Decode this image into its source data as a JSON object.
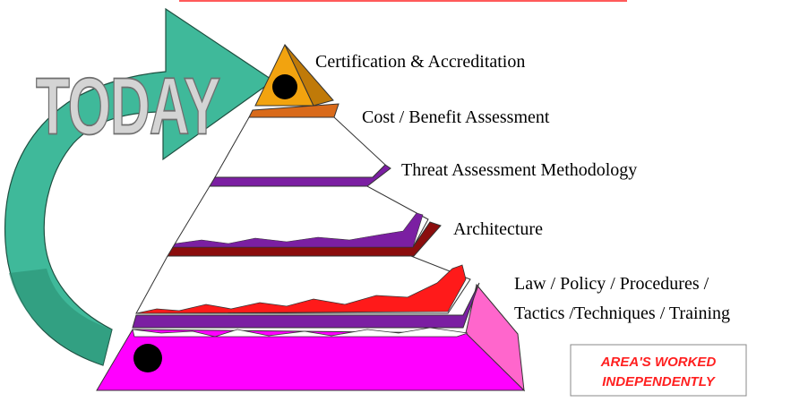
{
  "arrow": {
    "label": "TODAY",
    "color": "#3fb99a"
  },
  "pyramid": {
    "levels": [
      {
        "label": "Certification & Accreditation",
        "color": "#f2a30f"
      },
      {
        "label": "Cost / Benefit Assessment",
        "color": "#d96a1a"
      },
      {
        "label": "Threat Assessment Methodology",
        "color": "#7b1fa2"
      },
      {
        "label": "Architecture",
        "color": "#8b0d0d"
      },
      {
        "label": "Law / Policy / Procedures /",
        "color": "#ff1a1a"
      },
      {
        "label": "Tactics /Techniques / Training",
        "color": "#ff00ff"
      }
    ]
  },
  "legend": {
    "line1": "AREA'S WORKED",
    "line2": "INDEPENDENTLY",
    "color": "#ff1f1f"
  }
}
